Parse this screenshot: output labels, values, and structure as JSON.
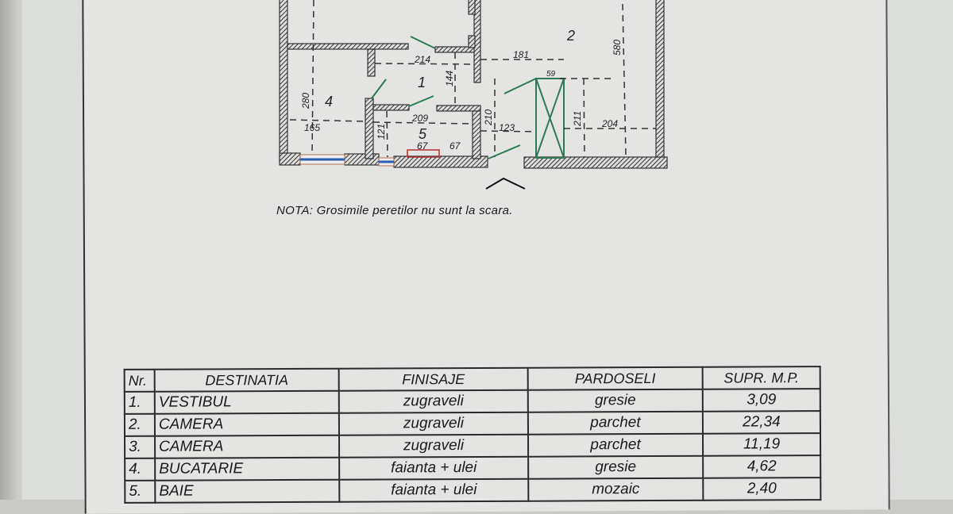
{
  "plan": {
    "room_labels": [
      "1",
      "2",
      "4",
      "5"
    ],
    "dimensions": {
      "d214": "214",
      "d181": "181",
      "d580": "580",
      "d59": "59",
      "d144": "144",
      "d280": "280",
      "d165": "165",
      "d209": "209",
      "d210": "210",
      "d123": "123",
      "d211": "211",
      "d204": "204",
      "d121": "121",
      "d67a": "67",
      "d67b": "67"
    },
    "note_prefix": "NOTA:",
    "note_text": "Grosimile peretilor nu sunt la scara."
  },
  "table": {
    "headers": [
      "Nr.",
      "DESTINATIA",
      "FINISAJE",
      "PARDOSELI",
      "SUPR. M.P."
    ],
    "rows": [
      [
        "1.",
        "VESTIBUL",
        "zugraveli",
        "gresie",
        "3,09"
      ],
      [
        "2.",
        "CAMERA",
        "zugraveli",
        "parchet",
        "22,34"
      ],
      [
        "3.",
        "CAMERA",
        "zugraveli",
        "parchet",
        "11,19"
      ],
      [
        "4.",
        "BUCATARIE",
        "faianta + ulei",
        "gresie",
        "4,62"
      ],
      [
        "5.",
        "BAIE",
        "faianta + ulei",
        "mozaic",
        "2,40"
      ]
    ]
  }
}
